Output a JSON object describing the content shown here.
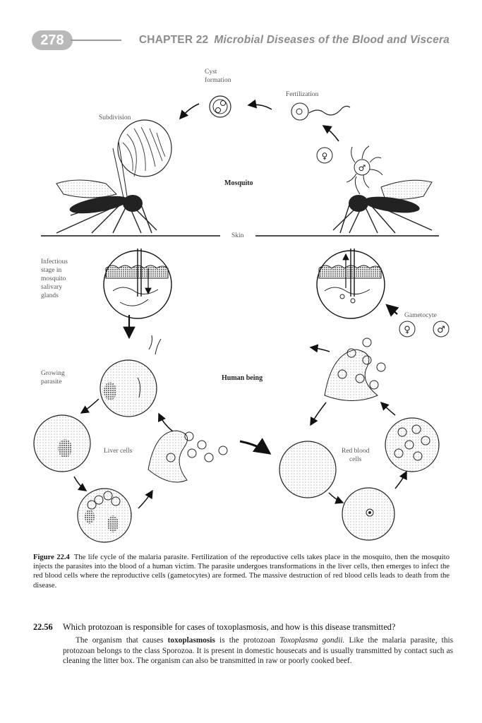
{
  "header": {
    "page_number": "278",
    "chapter_number": "CHAPTER 22",
    "chapter_title": "Microbial Diseases of the Blood and Viscera"
  },
  "figure": {
    "labels": {
      "cyst_formation": "Cyst\nformation",
      "fertilization": "Fertilization",
      "subdivision": "Subdivision",
      "mosquito": "Mosquito",
      "skin": "Skin",
      "infectious_stage": "Infectious\nstage in\nmosquito\nsalivary\nglands",
      "gametocyte": "Gametocyte",
      "growing_parasite": "Growing\nparasite",
      "human_being": "Human being",
      "liver_cells": "Liver cells",
      "red_blood_cells": "Red blood\ncells"
    },
    "icons": [
      "female-symbol-icon",
      "male-symbol-icon",
      "mosquito-icon",
      "arrow-icon"
    ]
  },
  "caption": {
    "label": "Figure 22.4",
    "text": "The life cycle of the malaria parasite. Fertilization of the reproductive cells takes place in the mosquito, then the mosquito injects the parasites into the blood of a human victim. The parasite undergoes transformations in the liver cells, then emerges to infect the red blood cells where the reproductive cells (gametocytes) are formed. The massive destruction of red blood cells leads to death from the disease."
  },
  "question": {
    "number": "22.56",
    "text": "Which protozoan is responsible for cases of toxoplasmosis, and how is this disease transmitted?",
    "answer_part1": "The organism that causes ",
    "answer_bold": "toxoplasmosis",
    "answer_part2": " is the protozoan ",
    "answer_italic": "Toxoplasma gondii.",
    "answer_part3": " Like the malaria parasite, this protozoan belongs to the class Sporozoa. It is present in domestic housecats and is usually transmitted by contact such as cleaning the litter box. The organism can also be transmitted in raw or poorly cooked beef."
  }
}
